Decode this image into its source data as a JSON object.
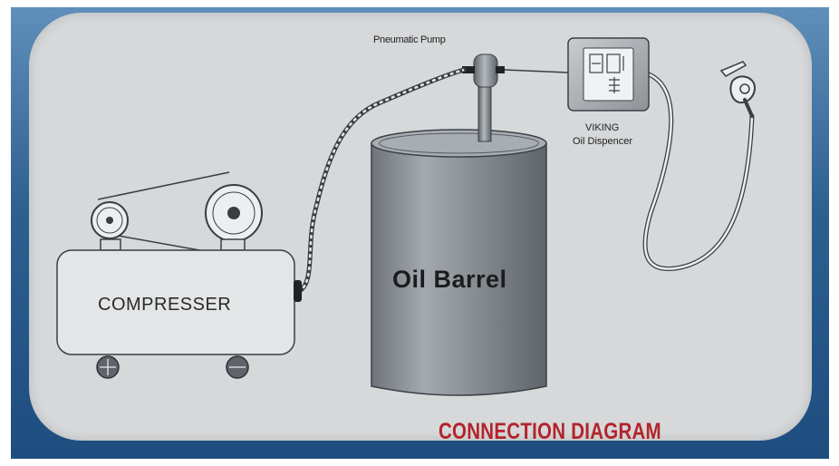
{
  "labels": {
    "pump": "Pneumatic Pump",
    "dispenser_brand": "VIKING",
    "dispenser_name": "Oil Dispencer",
    "compressor": "COMPRESSER",
    "barrel": "Oil Barrel",
    "title": "CONNECTION DIAGRAM"
  },
  "colors": {
    "frame": "#2d5f91",
    "panel": "#d6d8da",
    "title": "#b3232a",
    "barrel": "#8f959b"
  },
  "icons": {
    "dispenser_display": "dispenser-display-icon",
    "nozzle": "fuel-nozzle-icon"
  }
}
